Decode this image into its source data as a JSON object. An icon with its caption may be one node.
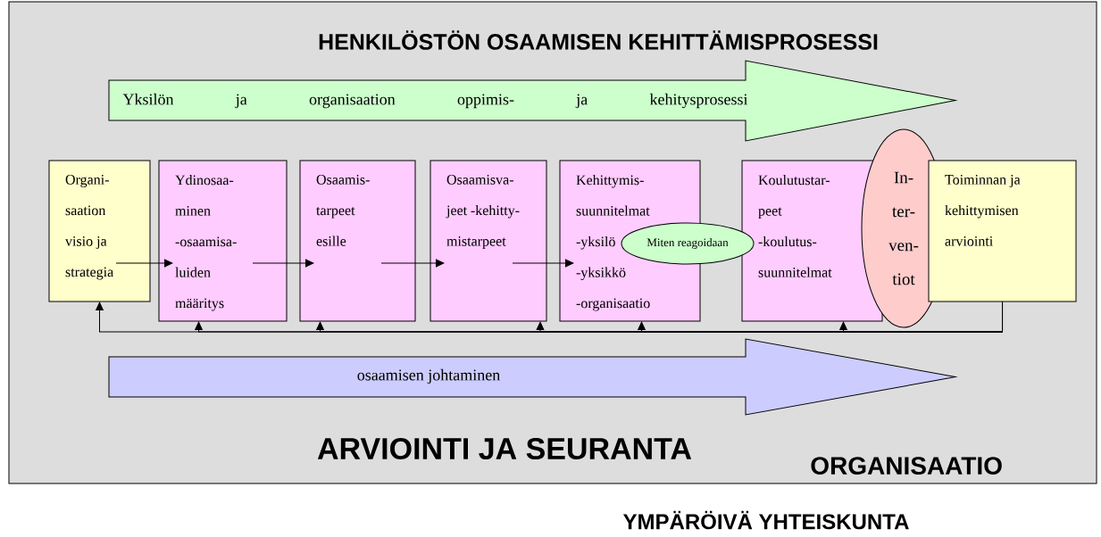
{
  "diagram": {
    "title": "HENKILÖSTÖN OSAAMISEN KEHITTÄMISPROSESSI",
    "nodes": [
      {
        "text": [
          "ORGANISAATIO"
        ]
      },
      {
        "text": [
          "Yksilön ja organisaation oppimis- ja kehitysprosessi"
        ],
        "in": 0
      },
      {
        "text": [
          "Organi- saation visio ja strategia"
        ],
        "in": 0
      },
      {
        "text": [
          "Ydinosaa- minen -osaamisa- luiden määritys"
        ],
        "in": 0
      },
      {
        "text": [
          "Osaamis- tarpeet esille"
        ],
        "in": 0
      },
      {
        "text": [
          "Osaamisva- jeet -kehitty- mistarpeet"
        ],
        "in": 0
      },
      {
        "text": [
          "Kehittymis- suunnitelmat -yksilö -yksikkö -organisaatio"
        ],
        "in": 0
      },
      {
        "text": [
          "Koulutustar- peet -koulutus- suunnitelmat"
        ],
        "in": 0
      },
      {
        "text": [
          "Miten reagoidaan"
        ],
        "in": 0
      },
      {
        "text": [
          "In- ter- ven- tiot"
        ],
        "in": 0
      },
      {
        "text": [
          "Toiminnan ja kehittymisen arviointi"
        ],
        "in": 0
      },
      {
        "text": [
          "osaamisen johtaminen"
        ],
        "in": 0
      }
    ],
    "edges": [
      {
        "from": 2,
        "to": 3,
        "arrow": "to"
      },
      {
        "from": 3,
        "to": 4,
        "arrow": "to"
      },
      {
        "from": 4,
        "to": 5,
        "arrow": "to"
      },
      {
        "from": 5,
        "to": 6,
        "arrow": "to"
      },
      {
        "from": 10,
        "to": 2,
        "arrow": "to"
      },
      {
        "from": 10,
        "to": 3,
        "arrow": "to"
      },
      {
        "from": 10,
        "to": 4,
        "arrow": "to"
      },
      {
        "from": 10,
        "to": 5,
        "arrow": "to"
      },
      {
        "from": 10,
        "to": 6,
        "arrow": "to"
      },
      {
        "from": 10,
        "to": 7,
        "arrow": "to"
      }
    ],
    "labels": [
      "ARVIOINTI JA SEURANTA",
      "YMPÄRÖIVÄ YHTEISKUNTA"
    ]
  }
}
